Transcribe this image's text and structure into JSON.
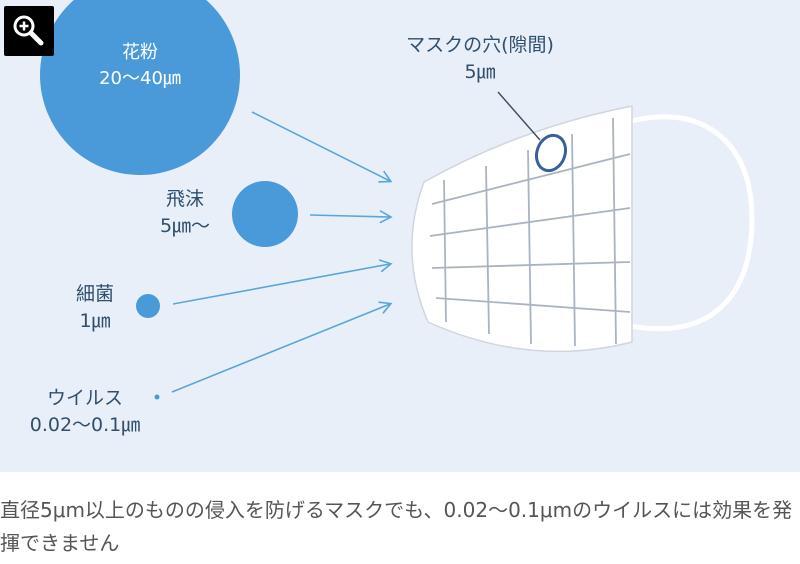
{
  "figure": {
    "background": "#e8eff8",
    "accent": "#4a9ad9",
    "arrow_color": "#5aa5dc",
    "particles": [
      {
        "name": "花粉",
        "size": "20〜40㎛"
      },
      {
        "name": "飛沫",
        "size": "5㎛〜"
      },
      {
        "name": "細菌",
        "size": "1㎛"
      },
      {
        "name": "ウイルス",
        "size": "0.02〜0.1㎛"
      }
    ],
    "mask_gap": {
      "name": "マスクの穴(隙間)",
      "size": "5㎛"
    },
    "zoom_icon": "zoom-in-icon"
  },
  "caption": "直径5μm以上のものの侵入を防げるマスクでも、0.02〜0.1μmのウイルスには効果を発揮できません"
}
